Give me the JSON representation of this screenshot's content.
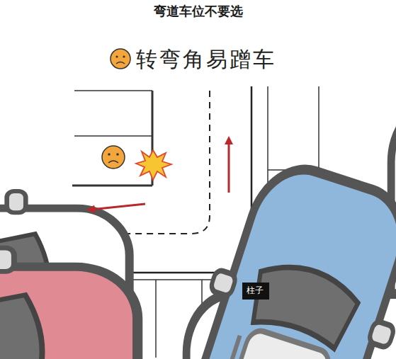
{
  "diagram": {
    "title": "弯道车位不要选",
    "nodes": [
      {
        "text": [
          "柱子"
        ]
      }
    ],
    "labels": [
      "转弯角易蹭车"
    ]
  }
}
